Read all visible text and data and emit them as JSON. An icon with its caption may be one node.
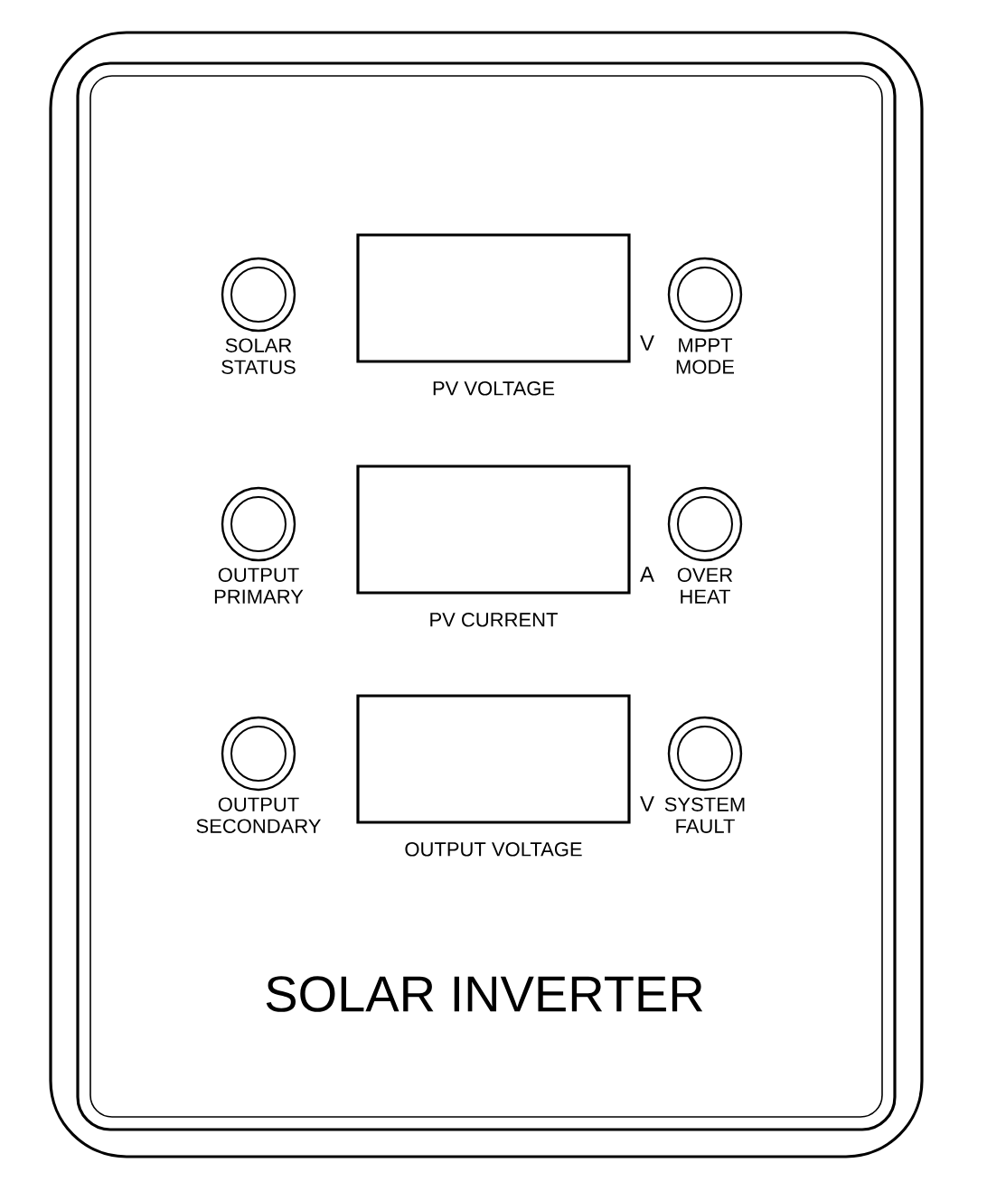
{
  "diagram": {
    "title": "SOLAR INVERTER",
    "nodes": [
      {
        "text": [
          "SOLAR STATUS"
        ]
      },
      {
        "text": [
          "PV VOLTAGE"
        ],
        "beside": [
          "V"
        ]
      },
      {
        "text": [
          "MPPT MODE"
        ]
      },
      {
        "text": [
          "OUTPUT PRIMARY"
        ]
      },
      {
        "text": [
          "PV CURRENT"
        ],
        "beside": [
          "A"
        ]
      },
      {
        "text": [
          "OVER HEAT"
        ]
      },
      {
        "text": [
          "OUTPUT SECONDARY"
        ]
      },
      {
        "text": [
          "OUTPUT VOLTAGE"
        ],
        "beside": [
          "V"
        ]
      },
      {
        "text": [
          "SYSTEM FAULT"
        ]
      }
    ]
  }
}
